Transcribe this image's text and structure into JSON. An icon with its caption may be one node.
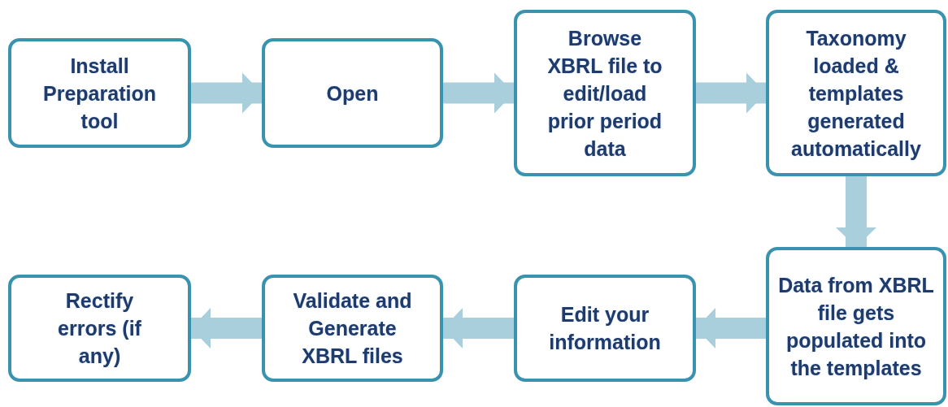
{
  "diagram": {
    "nodes": [
      {
        "text": [
          "Install Preparation tool"
        ]
      },
      {
        "text": [
          "Open"
        ]
      },
      {
        "text": [
          "Browse XBRL file to edit/load prior period data"
        ]
      },
      {
        "text": [
          "Taxonomy loaded & templates generated automatically"
        ]
      },
      {
        "text": [
          "Data from XBRL file gets populated into the templates"
        ]
      },
      {
        "text": [
          "Edit your information"
        ]
      },
      {
        "text": [
          "Validate and Generate XBRL files"
        ]
      },
      {
        "text": [
          "Rectify errors (if any)"
        ]
      }
    ],
    "edges": [
      {
        "from": 0,
        "to": 1,
        "arrow": "to"
      },
      {
        "from": 1,
        "to": 2,
        "arrow": "to"
      },
      {
        "from": 2,
        "to": 3,
        "arrow": "to"
      },
      {
        "from": 3,
        "to": 4,
        "arrow": "to"
      },
      {
        "from": 4,
        "to": 5,
        "arrow": "to"
      },
      {
        "from": 5,
        "to": 6,
        "arrow": "to"
      },
      {
        "from": 6,
        "to": 7,
        "arrow": "to"
      }
    ]
  }
}
